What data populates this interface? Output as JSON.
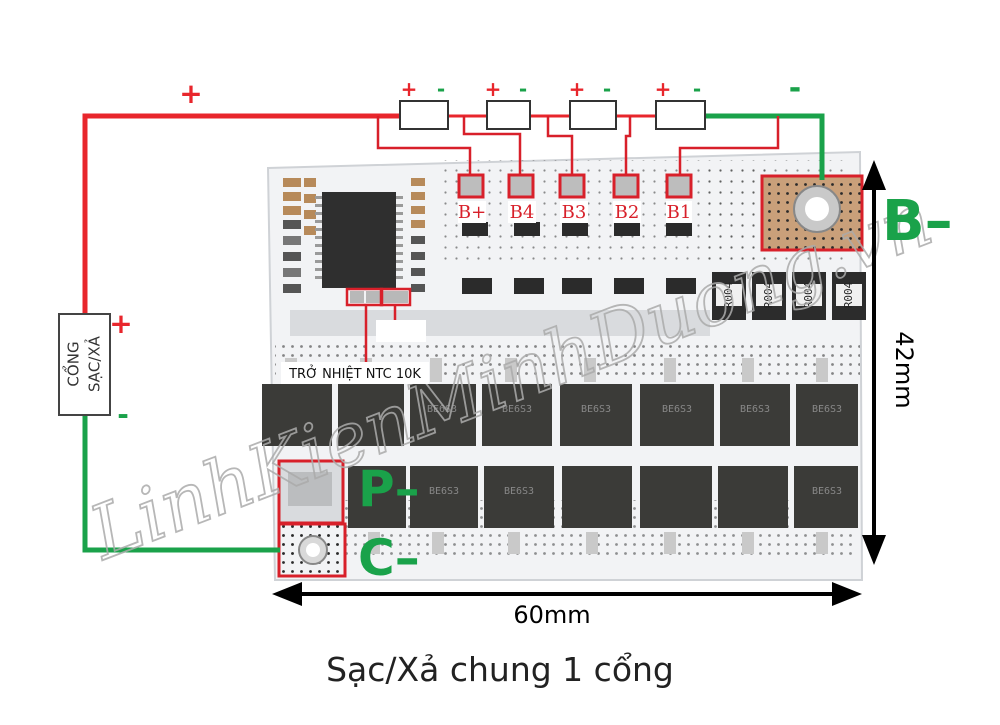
{
  "labels": {
    "port_text_line1": "CỔNG",
    "port_text_line2": "SẠC/XẢ",
    "plus": "+",
    "minus": "-",
    "b_plus": "B+",
    "b4": "B4",
    "b3": "B3",
    "b2": "B2",
    "b1": "B1",
    "b_minus": "B–",
    "p_minus": "P–",
    "c_minus": "C–",
    "ntc": "TRỞ NHIỆT NTC 10K",
    "dim_height": "42mm",
    "dim_width": "60mm",
    "watermark": "LinhKienMinhDuong.vn",
    "resistor_mark": "R004",
    "mosfet_mark": "BE6S3"
  },
  "caption": "Sạc/Xả chung 1 cổng",
  "colors": {
    "positive_wire": "#e8262c",
    "negative_wire": "#1aa24a",
    "highlight_box": "#d8202a",
    "board": "#f4f5f7",
    "component_dark": "#3b3b38"
  }
}
